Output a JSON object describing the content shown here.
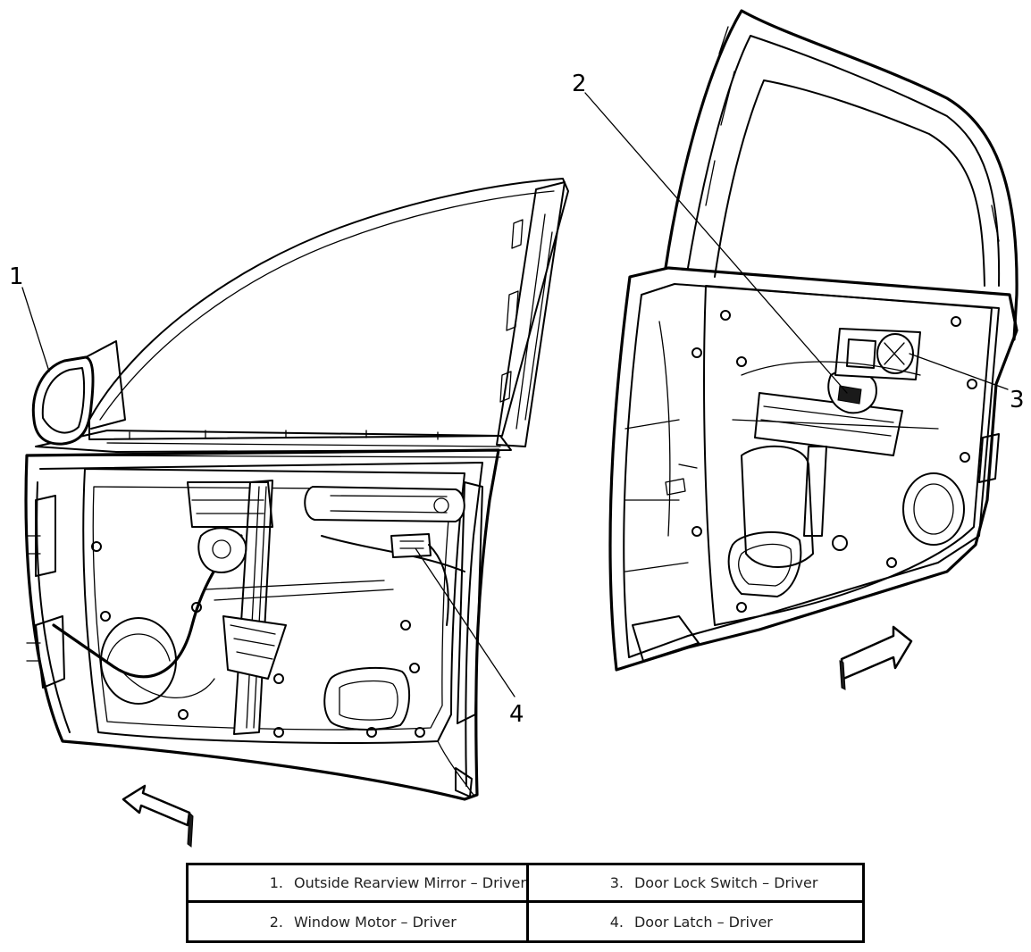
{
  "callouts": [
    "1",
    "2",
    "3",
    "4"
  ],
  "legend": [
    {
      "num": "1.",
      "label": "Outside Rearview Mirror – Driver"
    },
    {
      "num": "3.",
      "label": "Door Lock Switch – Driver"
    },
    {
      "num": "2.",
      "label": "Window Motor – Driver"
    },
    {
      "num": "4.",
      "label": "Door Latch – Driver"
    }
  ],
  "icons": [
    "left-arrow-icon",
    "right-arrow-icon"
  ]
}
